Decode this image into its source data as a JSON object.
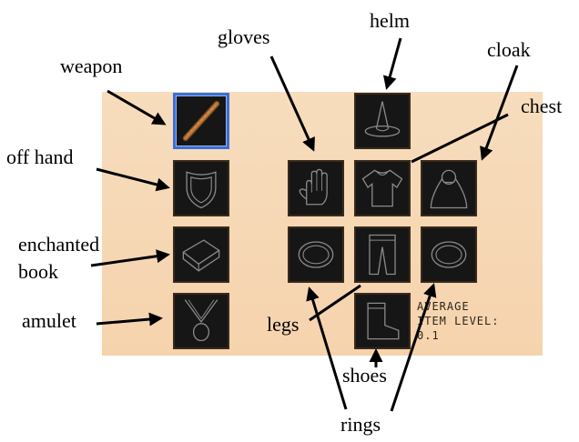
{
  "labels": {
    "weapon": "weapon",
    "gloves": "gloves",
    "helm": "helm",
    "cloak": "cloak",
    "chest": "chest",
    "off_hand": "off hand",
    "enchanted": "enchanted",
    "book": "book",
    "amulet": "amulet",
    "legs": "legs",
    "shoes": "shoes",
    "rings": "rings"
  },
  "stats": {
    "line1": "Average",
    "line2": "Item level:",
    "line3": "0.1"
  },
  "slots": [
    {
      "name": "weapon-slot",
      "icon": "staff-icon",
      "selected": true
    },
    {
      "name": "helm-slot",
      "icon": "wizard-hat-icon"
    },
    {
      "name": "off-hand-slot",
      "icon": "shield-icon"
    },
    {
      "name": "gloves-slot",
      "icon": "glove-icon"
    },
    {
      "name": "chest-slot",
      "icon": "shirt-icon"
    },
    {
      "name": "cloak-slot",
      "icon": "cloak-icon"
    },
    {
      "name": "enchanted-book-slot",
      "icon": "book-icon"
    },
    {
      "name": "ring-slot-left",
      "icon": "ring-icon"
    },
    {
      "name": "legs-slot",
      "icon": "pants-icon"
    },
    {
      "name": "ring-slot-right",
      "icon": "ring-icon"
    },
    {
      "name": "amulet-slot",
      "icon": "amulet-icon"
    },
    {
      "name": "shoes-slot",
      "icon": "boot-icon"
    }
  ],
  "colors": {
    "panel": "#f6d8b4",
    "slot_bg": "#161616",
    "selected_border": "#3b6fd8",
    "icon_outline": "#8a8a8a",
    "staff": "#b0703a"
  }
}
